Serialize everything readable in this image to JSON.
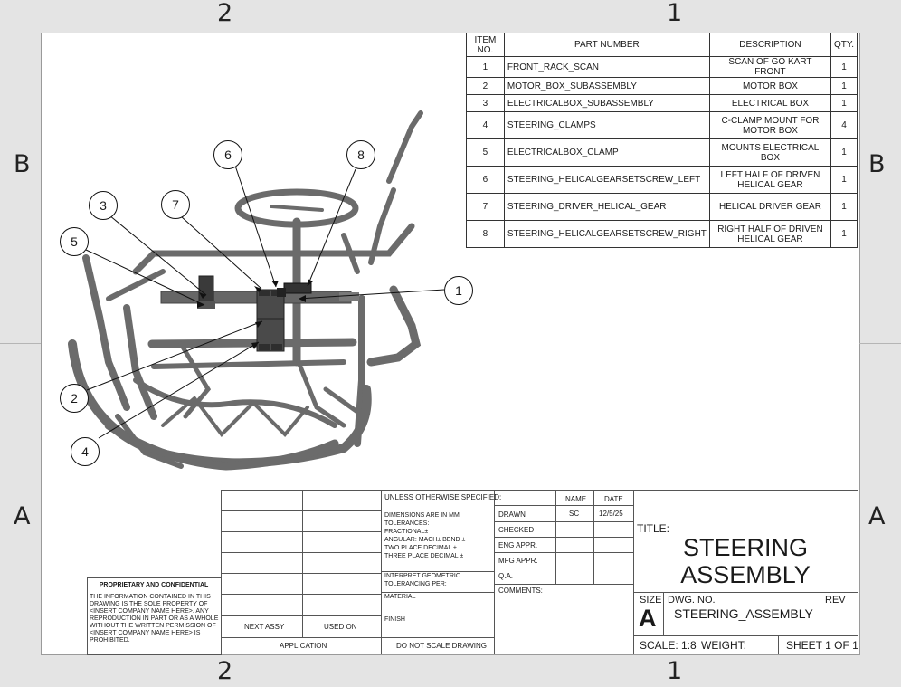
{
  "zones": {
    "top_left": "2",
    "top_right": "1",
    "bottom_left": "2",
    "bottom_right": "1",
    "left_upper": "B",
    "left_lower": "A",
    "right_upper": "B",
    "right_lower": "A"
  },
  "bom": {
    "headers": [
      "ITEM NO.",
      "PART NUMBER",
      "DESCRIPTION",
      "QTY."
    ],
    "rows": [
      [
        "1",
        "FRONT_RACK_SCAN",
        "SCAN OF GO KART FRONT",
        "1"
      ],
      [
        "2",
        "MOTOR_BOX_SUBASSEMBLY",
        "MOTOR BOX",
        "1"
      ],
      [
        "3",
        "ELECTRICALBOX_SUBASSEMBLY",
        "ELECTRICAL BOX",
        "1"
      ],
      [
        "4",
        "STEERING_CLAMPS",
        "C-CLAMP MOUNT FOR MOTOR BOX",
        "4"
      ],
      [
        "5",
        "ELECTRICALBOX_CLAMP",
        "MOUNTS ELECTRICAL BOX",
        "1"
      ],
      [
        "6",
        "STEERING_HELICALGEARSETSCREW_LEFT",
        "LEFT HALF OF DRIVEN HELICAL GEAR",
        "1"
      ],
      [
        "7",
        "STEERING_DRIVER_HELICAL_GEAR",
        "HELICAL DRIVER GEAR",
        "1"
      ],
      [
        "8",
        "STEERING_HELICALGEARSETSCREW_RIGHT",
        "RIGHT HALF OF DRIVEN HELICAL GEAR",
        "1"
      ]
    ]
  },
  "balloons": [
    "1",
    "2",
    "3",
    "4",
    "5",
    "6",
    "7",
    "8"
  ],
  "proprietary": {
    "title": "PROPRIETARY AND CONFIDENTIAL",
    "lines": [
      "THE INFORMATION CONTAINED IN THIS",
      "DRAWING IS THE SOLE PROPERTY OF",
      "<INSERT COMPANY NAME HERE>.  ANY",
      "REPRODUCTION IN PART OR AS A WHOLE",
      "WITHOUT THE WRITTEN PERMISSION OF",
      "<INSERT COMPANY NAME HERE> IS",
      "PROHIBITED."
    ]
  },
  "block": {
    "next_assy": "NEXT ASSY",
    "used_on": "USED ON",
    "application": "APPLICATION",
    "unless": "UNLESS OTHERWISE SPECIFIED:",
    "dims": [
      "DIMENSIONS ARE IN MM",
      "TOLERANCES:",
      "FRACTIONAL±",
      "ANGULAR: MACH±    BEND ±",
      "TWO PLACE DECIMAL    ±",
      "THREE PLACE DECIMAL  ±"
    ],
    "interpret": [
      "INTERPRET GEOMETRIC",
      "TOLERANCING PER:"
    ],
    "material": "MATERIAL",
    "finish": "FINISH",
    "do_not_scale": "DO NOT SCALE DRAWING",
    "name_hdr": "NAME",
    "date_hdr": "DATE",
    "drawn": "DRAWN",
    "drawn_name": "SC",
    "drawn_date": "12/5/25",
    "checked": "CHECKED",
    "eng_appr": "ENG APPR.",
    "mfg_appr": "MFG APPR.",
    "qa": "Q.A.",
    "comments": "COMMENTS:",
    "title_label": "TITLE:",
    "title_1": "STEERING",
    "title_2": "ASSEMBLY",
    "size_label": "SIZE",
    "size": "A",
    "dwg_label": "DWG.  NO.",
    "dwg_no": "STEERING_ASSEMBLY",
    "rev": "REV",
    "scale": "SCALE: 1:8",
    "weight": "WEIGHT:",
    "sheet": "SHEET 1 OF 1"
  }
}
